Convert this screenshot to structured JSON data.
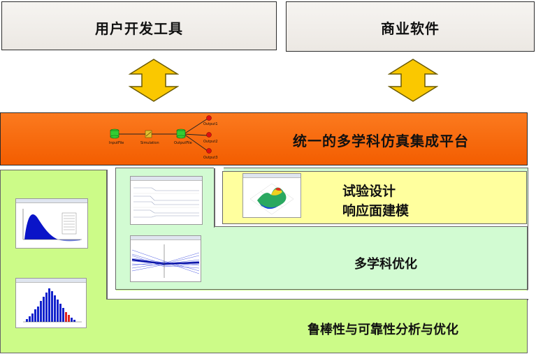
{
  "top_boxes": {
    "left_title": "用户开发工具",
    "right_title": "商业软件"
  },
  "platform": {
    "title": "统一的多学科仿真集成平台",
    "workflow": {
      "input": "InputFile",
      "simulation": "Simulation",
      "output_file": "OutputFile",
      "outputs": [
        "Output1",
        "Output2",
        "Output3"
      ]
    }
  },
  "layers": {
    "doe_line1": "试验设计",
    "doe_line2": "响应面建模",
    "mdo": "多学科优化",
    "robust": "鲁棒性与可靠性分析与优化"
  },
  "colors": {
    "platform_orange": "#f35d00",
    "robust_green": "#ccfb88",
    "mdo_green": "#d2fbd2",
    "doe_yellow": "#ffff9e",
    "arrow_yellow": "#fac800"
  }
}
